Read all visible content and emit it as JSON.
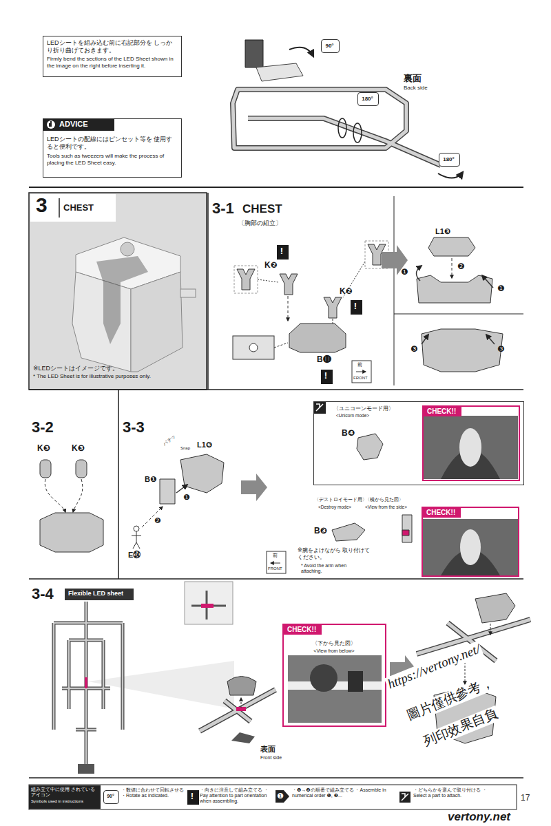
{
  "diagram": {
    "nodes": [
      {
        "text": [
          "LEDシートを組み込む前に右記部分を しっかり折り曲げておきます。",
          "Firmly bend the sections of the LED Sheet shown in the image on the right before inserting it."
        ]
      },
      {
        "text": [
          "90°"
        ]
      },
      {
        "text": [
          "180°"
        ]
      },
      {
        "text": [
          "180°"
        ]
      },
      {
        "text": [
          "ADVICE",
          "LEDシートの配線にはピンセット等を 使用すると便利です。",
          "Tools such as tweezers will make the process of placing the LED Sheet easy."
        ]
      },
      {
        "text": [
          "3",
          "CHEST",
          "※LEDシートはイメージです。",
          "* The LED Sheet is for illustrative purposes only."
        ]
      },
      {
        "text": [
          "!"
        ]
      },
      {
        "text": [
          "!"
        ]
      },
      {
        "text": [
          "!"
        ]
      },
      {
        "text": [
          "〈ユニコーンモード用〉",
          "<Unicorn mode>",
          "B❹"
        ]
      },
      {
        "text": [
          "CHECK!!"
        ],
        "in": 9
      },
      {
        "text": [
          "CHECK!!"
        ]
      },
      {
        "text": [
          "Flexible LED sheet"
        ]
      },
      {
        "text": [
          "CHECK!!",
          "〈下から見た図〉",
          "<View from below>"
        ]
      },
      {
        "text": [
          "組み立て中に使用 されているアイコン",
          "Symbols used in instructions"
        ]
      },
      {
        "text": [
          "90°"
        ]
      },
      {
        "text": [
          "!"
        ]
      }
    ],
    "labels": [
      "裏面",
      "Back side",
      "3-1",
      "CHEST",
      "〔胸部の組立〕",
      "K❷",
      "K❷",
      "B⓫",
      "前",
      "FRONT",
      "L1❸",
      "❷",
      "❶",
      "❶",
      "❸",
      "❸",
      "3-2",
      "K❸",
      "K❸",
      "3-3",
      "L1❻",
      "パチッ",
      "Snap",
      "B❶",
      "❶",
      "❷",
      "E㉔",
      "前",
      "FRONT",
      "〈デストロイモード用〉",
      "<Destroy mode>",
      "〈横から見た図〉",
      "<View from the side>",
      "B❸",
      "※腕をよけながら 取り付けてください。",
      "* Avoid the arm when attaching.",
      "3-4",
      "表面",
      "Front side",
      "https://vertony.net/",
      "圖片僅供參考，",
      "列印效果自負",
      "vertony.net",
      "17",
      "❶"
    ],
    "legend": [
      {
        "text": "・数値に合わせて回転させる ・Rotate as indicated."
      },
      {
        "text": "・向きに注意して組み立てる ・Pay attention to part orientation when assembling."
      },
      {
        "text": "・❶→❷の順番で組み立てる ・Assemble in numerical order ❶, ❷..."
      },
      {
        "text": "・どちらかを選んで取り付ける ・Select a part to attach."
      }
    ]
  }
}
